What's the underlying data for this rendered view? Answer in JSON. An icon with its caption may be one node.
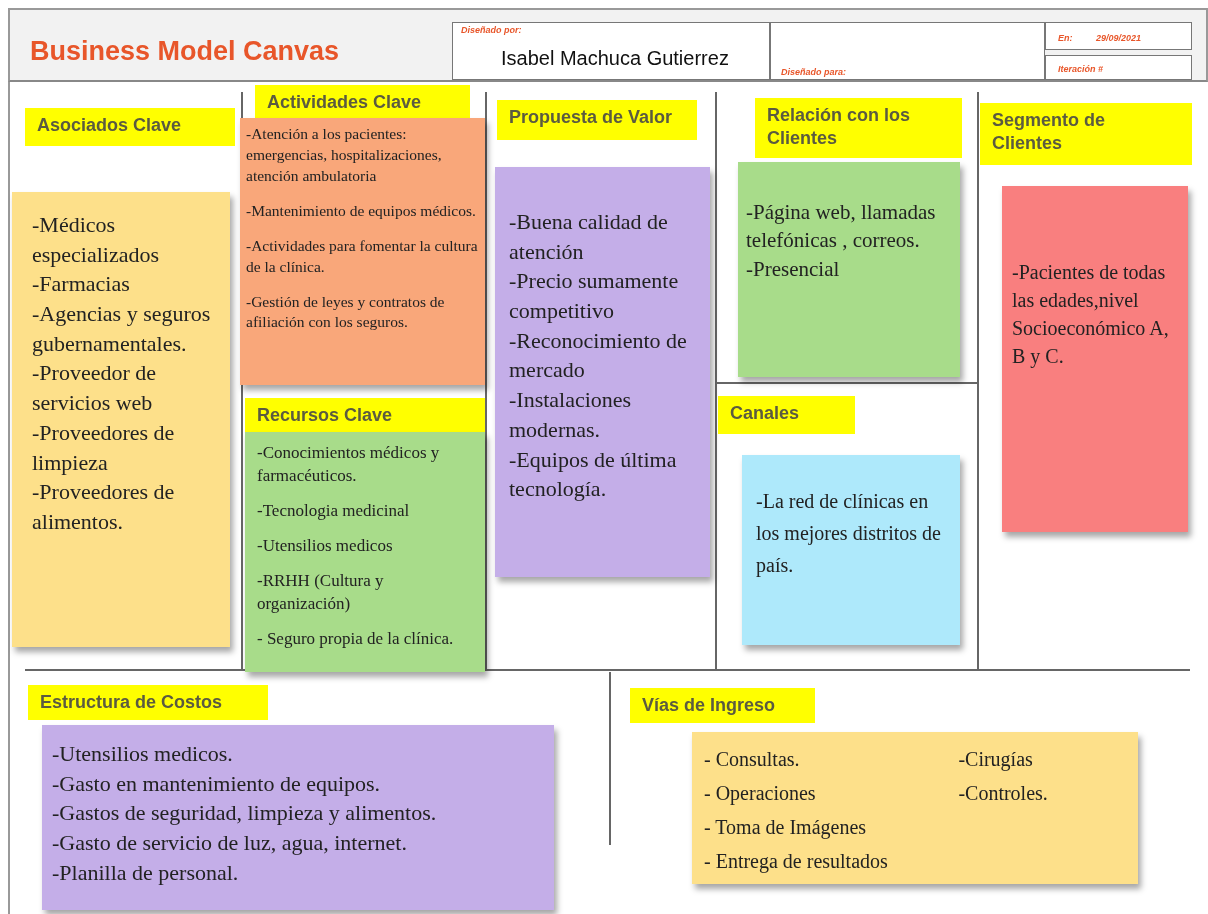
{
  "diagram": {
    "title": "Business Model Canvas",
    "nodes": [
      {
        "text": [
          "Diseñado por:",
          "Isabel Machuca Gutierrez"
        ]
      },
      {
        "text": [
          "Diseñado para:"
        ]
      },
      {
        "text": [
          "En:",
          "29/09/2021"
        ]
      },
      {
        "text": [
          "Iteración #"
        ]
      },
      {
        "text": [
          "Asociados Clave"
        ]
      },
      {
        "text": [
          "-Médicos especializados",
          "-Farmacias",
          "-Agencias y seguros gubernamentales.",
          "-Proveedor de servicios web",
          "-Proveedores de limpieza",
          "-Proveedores de alimentos."
        ]
      },
      {
        "text": [
          "Actividades Clave"
        ]
      },
      {
        "text": [
          "-Atención a los pacientes: emergencias, hospitalizaciones, atención ambulatoria",
          "-Mantenimiento de equipos médicos.",
          "-Actividades para fomentar la cultura de la clínica.",
          "-Gestión de leyes y contratos de afiliación con los seguros."
        ]
      },
      {
        "text": [
          "Recursos Clave"
        ]
      },
      {
        "text": [
          "-Conocimientos médicos y farmacéuticos.",
          "-Tecnologia medicinal",
          "-Utensilios medicos",
          "-RRHH (Cultura y organización)",
          "- Seguro propia de la clínica."
        ]
      },
      {
        "text": [
          "Propuesta de Valor"
        ]
      },
      {
        "text": [
          "-Buena calidad de atención",
          "-Precio sumamente competitivo",
          "-Reconocimiento de mercado",
          "-Instalaciones modernas.",
          "-Equipos de última tecnología."
        ]
      },
      {
        "text": [
          "Relación con los Clientes"
        ]
      },
      {
        "text": [
          "-Página web, llamadas telefónicas , correos.",
          "-Presencial"
        ]
      },
      {
        "text": [
          "Canales"
        ]
      },
      {
        "text": [
          "-La red de clínicas en los mejores distritos de país."
        ]
      },
      {
        "text": [
          "Segmento de Clientes"
        ]
      },
      {
        "text": [
          "-Pacientes de todas las edades,nivel Socioeconómico A, B y C."
        ]
      },
      {
        "text": [
          "Estructura de Costos"
        ]
      },
      {
        "text": [
          "-Utensilios medicos.",
          "-Gasto en mantenimiento de equipos.",
          "-Gastos de seguridad, limpieza y alimentos.",
          "-Gasto de servicio de luz, agua, internet.",
          "-Planilla de personal."
        ]
      },
      {
        "text": [
          "Vías de Ingreso"
        ]
      },
      {
        "text": [
          "- Consultas.",
          "-Cirugías",
          "- Operaciones",
          "-Controles.",
          "- Toma de Imágenes",
          "- Entrega de resultados"
        ]
      }
    ]
  }
}
